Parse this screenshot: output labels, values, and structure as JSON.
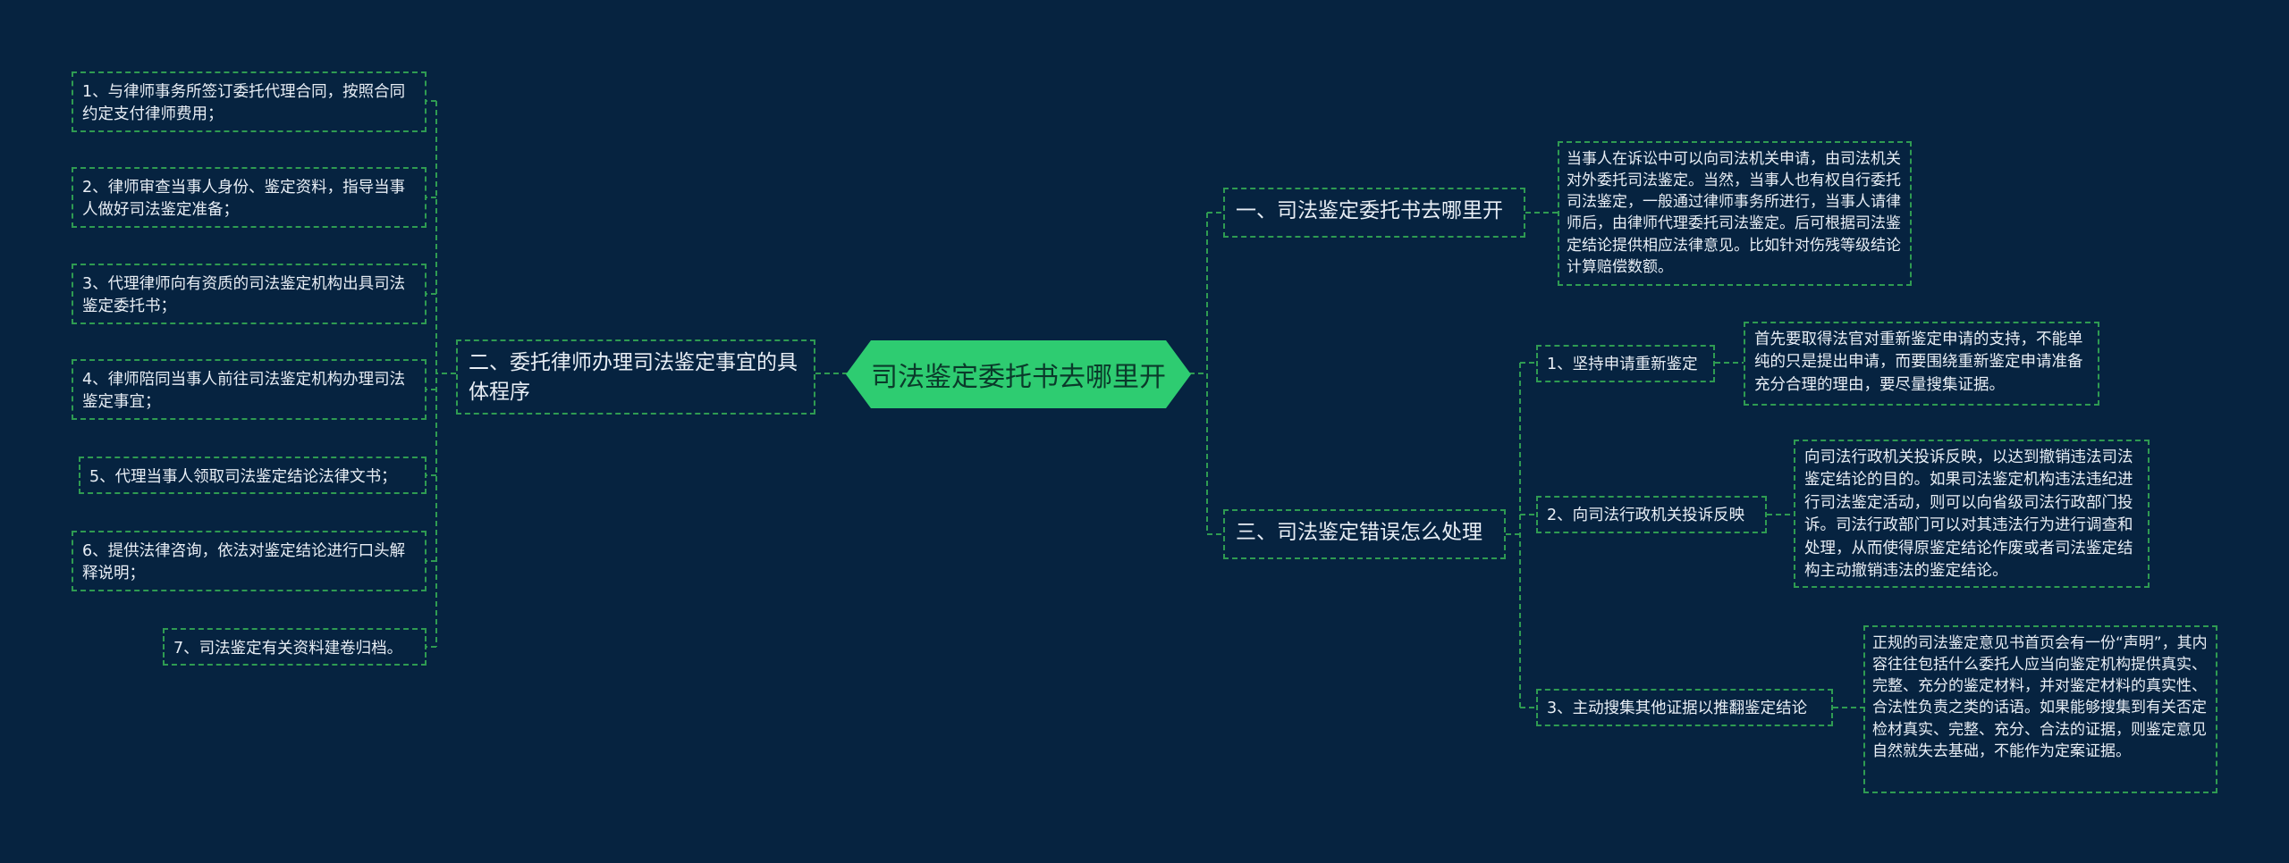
{
  "root": {
    "label": "司法鉴定委托书去哪里开"
  },
  "left_branch": {
    "label": "二、委托律师办理司法鉴定事宜的具体程序",
    "steps": [
      "1、与律师事务所签订委托代理合同，按照合同约定支付律师费用；",
      "2、律师审查当事人身份、鉴定资料，指导当事人做好司法鉴定准备；",
      "3、代理律师向有资质的司法鉴定机构出具司法鉴定委托书；",
      "4、律师陪同当事人前往司法鉴定机构办理司法鉴定事宜；",
      "5、代理当事人领取司法鉴定结论法律文书；",
      "6、提供法律咨询，依法对鉴定结论进行口头解释说明；",
      "7、司法鉴定有关资料建卷归档。"
    ]
  },
  "right_branch_1": {
    "label": "一、司法鉴定委托书去哪里开",
    "note": "当事人在诉讼中可以向司法机关申请，由司法机关对外委托司法鉴定。当然，当事人也有权自行委托司法鉴定，一般通过律师事务所进行，当事人请律师后，由律师代理委托司法鉴定。后可根据司法鉴定结论提供相应法律意见。比如针对伤残等级结论计算赔偿数额。"
  },
  "right_branch_2": {
    "label": "三、司法鉴定错误怎么处理",
    "items": [
      {
        "label": "1、坚持申请重新鉴定",
        "note": "首先要取得法官对重新鉴定申请的支持，不能单纯的只是提出申请，而要围绕重新鉴定申请准备充分合理的理由，要尽量搜集证据。"
      },
      {
        "label": "2、向司法行政机关投诉反映",
        "note": "向司法行政机关投诉反映，以达到撤销违法司法鉴定结论的目的。如果司法鉴定机构违法违纪进行司法鉴定活动，则可以向省级司法行政部门投诉。司法行政部门可以对其违法行为进行调查和处理，从而使得原鉴定结论作废或者司法鉴定结构主动撤销违法的鉴定结论。"
      },
      {
        "label": "3、主动搜集其他证据以推翻鉴定结论",
        "note": "正规的司法鉴定意见书首页会有一份“声明”，其内容往往包括什么委托人应当向鉴定机构提供真实、完整、充分的鉴定材料，并对鉴定材料的真实性、合法性负责之类的话语。如果能够搜集到有关否定检材真实、完整、充分、合法的证据，则鉴定意见自然就失去基础，不能作为定案证据。"
      }
    ]
  },
  "colors": {
    "background": "#062340",
    "root_fill": "#2ecc71",
    "connector": "#2f9b52",
    "text": "#e8eef5"
  }
}
